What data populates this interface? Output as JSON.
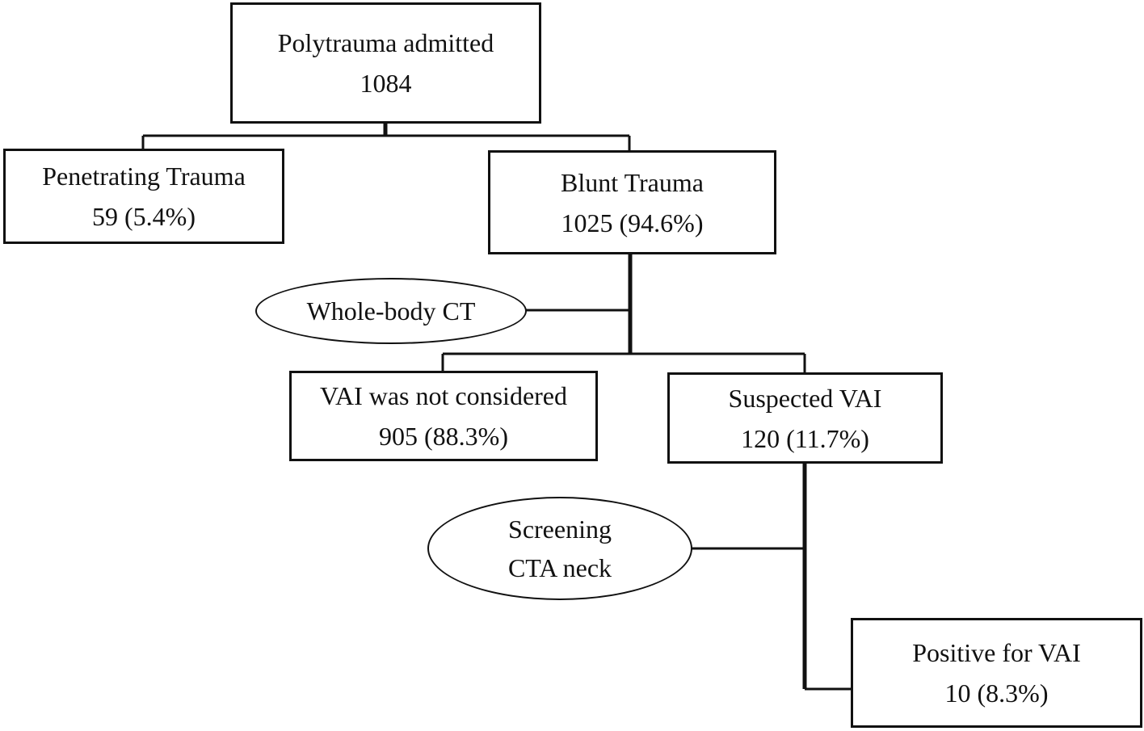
{
  "nodes": {
    "admitted": {
      "label": "Polytrauma admitted",
      "value": "1084"
    },
    "penetrating": {
      "label": "Penetrating Trauma",
      "value": "59 (5.4%)"
    },
    "blunt": {
      "label": "Blunt Trauma",
      "value": "1025 (94.6%)"
    },
    "not_considered": {
      "label": "VAI was not considered",
      "value": "905 (88.3%)"
    },
    "suspected": {
      "label": "Suspected VAI",
      "value": "120 (11.7%)"
    },
    "positive": {
      "label": "Positive for VAI",
      "value": "10 (8.3%)"
    }
  },
  "procedures": {
    "whole_body_ct": {
      "label": "Whole-body CT"
    },
    "screening_cta": {
      "line1": "Screening",
      "line2": "CTA neck"
    }
  }
}
